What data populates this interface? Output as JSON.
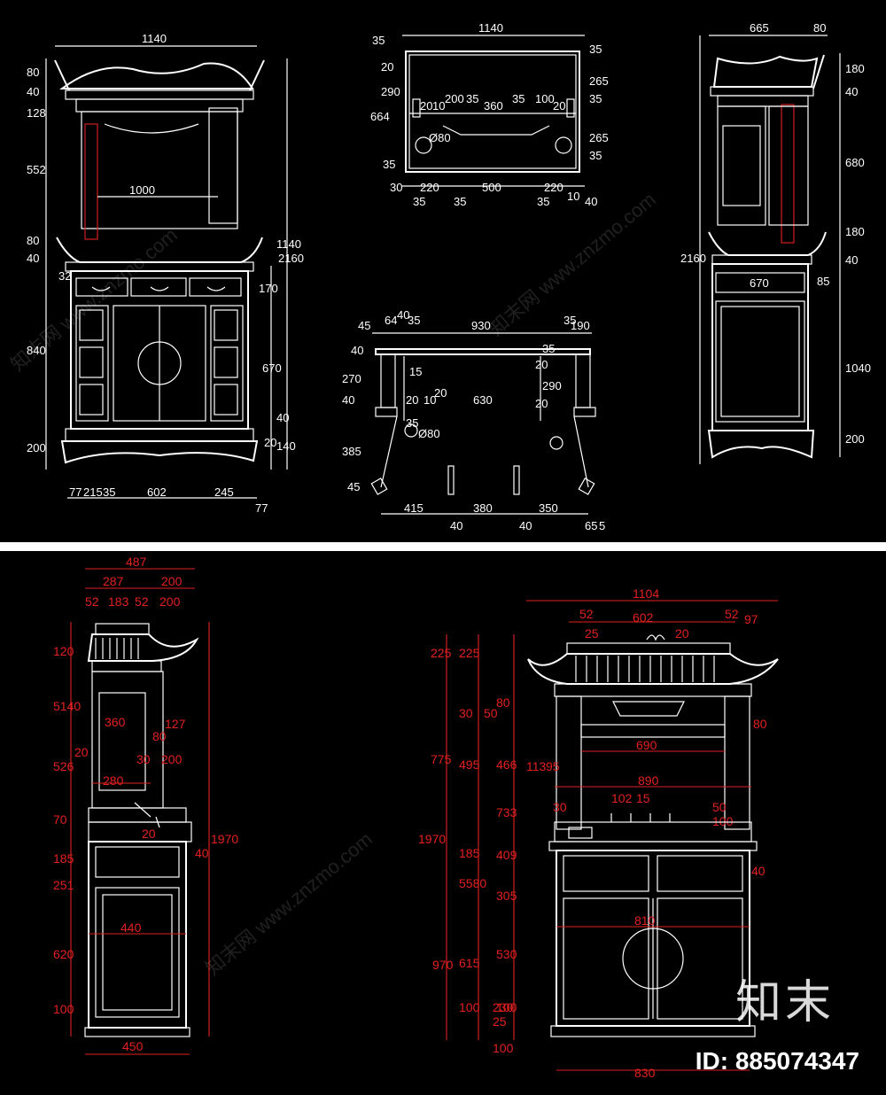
{
  "top": {
    "front": {
      "width": "1140",
      "inner_width": "1000",
      "left_dims": [
        "40",
        "80",
        "128",
        "552",
        "40",
        "80",
        "840",
        "200"
      ],
      "right_dims": [
        "32",
        "170",
        "670",
        "2160",
        "1140",
        "40",
        "20",
        "140"
      ],
      "bottom_dims": [
        "77",
        "215",
        "35",
        "602",
        "245",
        "77"
      ]
    },
    "plan1": {
      "width": "1140",
      "left_dims": [
        "35",
        "20",
        "290",
        "664",
        "35"
      ],
      "right_dims": [
        "35",
        "265",
        "35",
        "265",
        "35"
      ],
      "inner_dims": [
        "20",
        "10",
        "200",
        "35",
        "360",
        "35",
        "100",
        "20"
      ],
      "hole": "Ø80",
      "bottom_dims": [
        "30",
        "220",
        "500",
        "220",
        "40"
      ],
      "bottom_dims2": [
        "35",
        "35",
        "35",
        "10"
      ]
    },
    "plan2": {
      "width": "930",
      "top_dims": [
        "45",
        "64",
        "40",
        "35",
        "35",
        "190"
      ],
      "left_dims": [
        "40",
        "270",
        "40",
        "385",
        "45"
      ],
      "right_dims": [
        "35",
        "20",
        "290"
      ],
      "inner_dims": [
        "15",
        "20",
        "10",
        "20",
        "630",
        "20"
      ],
      "hole": "Ø80",
      "hole_side": "35",
      "bottom_dims": [
        "415",
        "380",
        "350"
      ],
      "bottom_dims2": [
        "40",
        "40",
        "65",
        "5"
      ]
    },
    "side": {
      "top_dims": [
        "665",
        "80"
      ],
      "right_dims": [
        "180",
        "40",
        "680",
        "180",
        "40",
        "85",
        "1040",
        "200"
      ],
      "total": "2160",
      "inner_width": "670"
    }
  },
  "bottom": {
    "side": {
      "top_dims": [
        "487",
        "287",
        "200",
        "52",
        "183",
        "52",
        "200"
      ],
      "left_dims": [
        "120",
        "5140",
        "526",
        "20",
        "70",
        "185",
        "251",
        "620",
        "100"
      ],
      "inner_dims": [
        "360",
        "127",
        "80",
        "30",
        "200",
        "280",
        "20",
        "40",
        "440"
      ],
      "right_total": "1970",
      "bottom_width": "450"
    },
    "front": {
      "width": "1104",
      "top_dims": [
        "52",
        "602",
        "52",
        "97",
        "25",
        "20"
      ],
      "left_dims_outer": [
        "1970",
        "970"
      ],
      "left_dims_mid": [
        "225",
        "775",
        "615",
        "100"
      ],
      "left_dims_inner": [
        "225",
        "30",
        "50",
        "495",
        "185",
        "5580",
        "530",
        "100"
      ],
      "left_dims_inner2": [
        "80",
        "466",
        "733",
        "409",
        "305",
        "25",
        "230",
        "100"
      ],
      "inner_dims": [
        "690",
        "113",
        "95",
        "890",
        "102",
        "15",
        "30",
        "50",
        "100",
        "40",
        "810",
        "80"
      ],
      "bottom_width": "830"
    }
  },
  "watermark": [
    "知末网 www.znzmo.com",
    "知末网 www.znzmo.com",
    "知末网 www.znzmo.com"
  ],
  "logo_text": "知末",
  "id_text": "ID: 885074347",
  "colors": {
    "background": "#000000",
    "line": "#ffffff",
    "accent": "#e32020"
  }
}
